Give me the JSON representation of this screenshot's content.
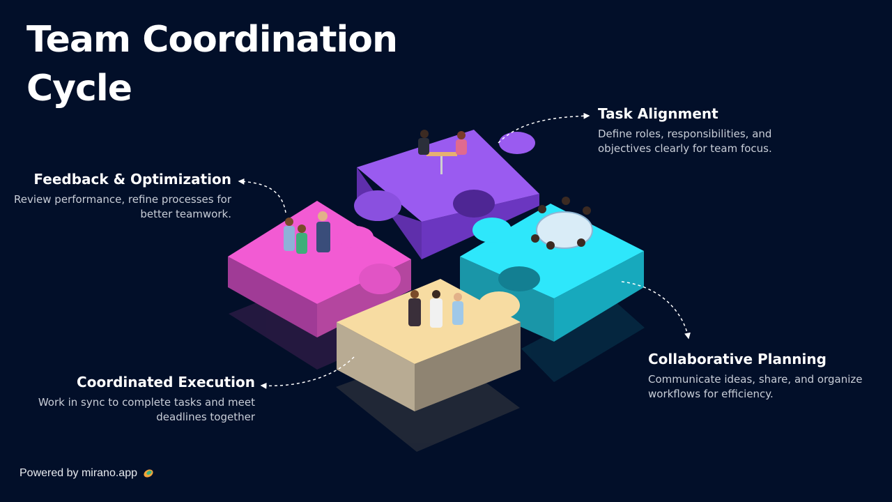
{
  "slide": {
    "title": "Team Coordination Cycle"
  },
  "steps": [
    {
      "id": "task-alignment",
      "heading": "Task Alignment",
      "body": "Define roles, responsibilities, and objectives clearly for team focus.",
      "color": "#9a5bf0"
    },
    {
      "id": "collaborative-planning",
      "heading": "Collaborative Planning",
      "body": "Communicate ideas, share, and organize workflows for efficiency.",
      "color": "#26e0f5"
    },
    {
      "id": "coordinated-execution",
      "heading": "Coordinated Execution",
      "body": "Work in sync to complete tasks and meet deadlines together",
      "color": "#f7dca2"
    },
    {
      "id": "feedback-optimization",
      "heading": "Feedback & Optimization",
      "body": "Review performance, refine processes for better teamwork.",
      "color": "#f25bd3"
    }
  ],
  "footer": {
    "powered_by": "Powered by mirano.app",
    "logo_icon": "mirano-logo-icon"
  },
  "colors": {
    "background": "#020f29",
    "heading": "#ffffff",
    "body_text": "#c9ced8"
  }
}
